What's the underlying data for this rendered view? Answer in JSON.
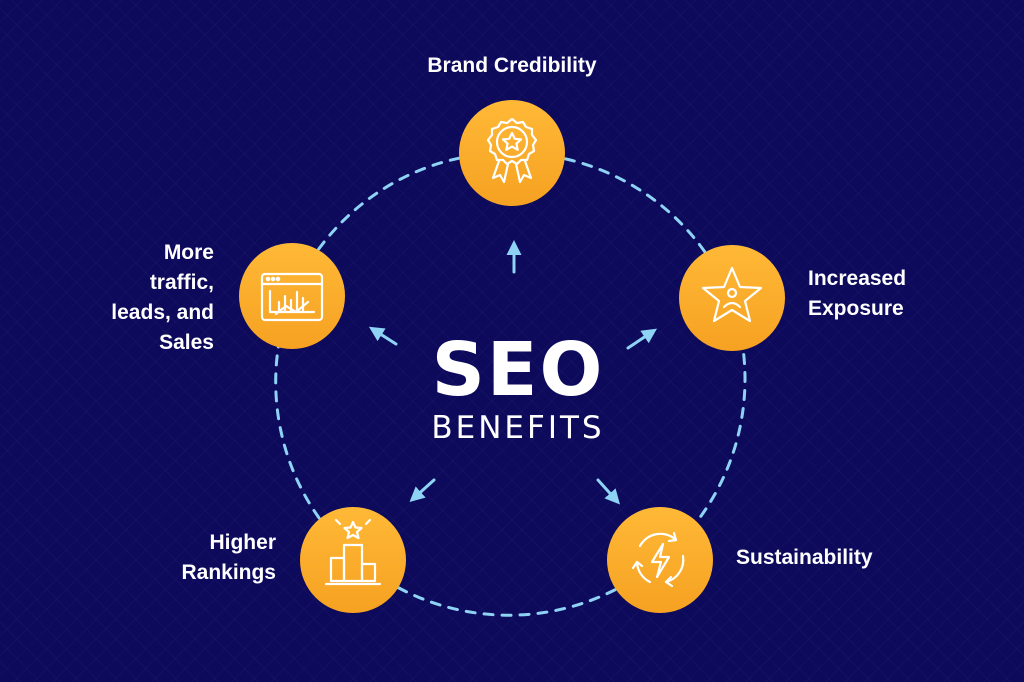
{
  "title": {
    "main": "SEO",
    "sub": "BENEFITS"
  },
  "colors": {
    "background": "#0d0a5c",
    "accent": "#ffb032",
    "accent_dark": "#f49a1a",
    "connector": "#8fd3f4",
    "icon_stroke": "#ffffff",
    "text": "#ffffff"
  },
  "nodes": [
    {
      "id": "brand-credibility",
      "lines": [
        "Brand Credibility"
      ],
      "icon": "award-badge-icon"
    },
    {
      "id": "increased-exposure",
      "lines": [
        "Increased",
        "Exposure"
      ],
      "icon": "star-person-icon"
    },
    {
      "id": "sustainability",
      "lines": [
        "Sustainability"
      ],
      "icon": "recycle-lightning-icon"
    },
    {
      "id": "higher-rankings",
      "lines": [
        "Higher",
        "Rankings"
      ],
      "icon": "podium-star-icon"
    },
    {
      "id": "more-traffic",
      "lines": [
        "More",
        "traffic,",
        "leads, and",
        "Sales"
      ],
      "icon": "browser-chart-icon"
    }
  ]
}
